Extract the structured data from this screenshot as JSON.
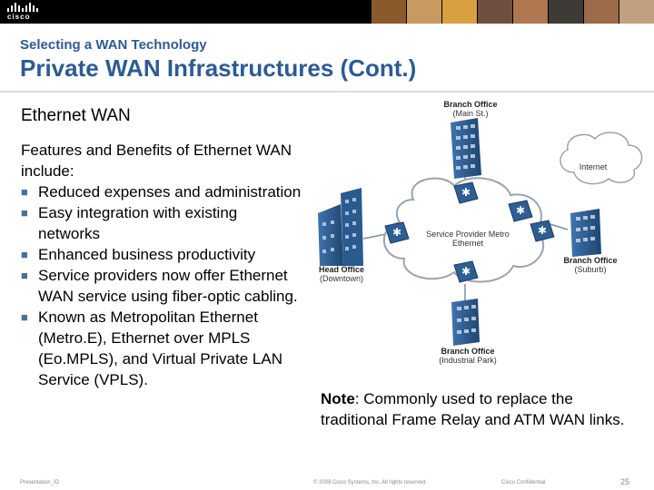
{
  "header": {
    "logo_text": "cisco",
    "subtitle": "Selecting a WAN Technology",
    "title": "Private WAN Infrastructures (Cont.)"
  },
  "content": {
    "heading": "Ethernet WAN",
    "intro": "Features and Benefits of Ethernet WAN include:",
    "bullets": [
      "Reduced expenses and administration",
      "Easy integration with existing networks",
      "Enhanced business productivity",
      "Service providers now offer Ethernet WAN service using fiber-optic cabling.",
      "Known as Metropolitan Ethernet (Metro.E), Ethernet over MPLS (Eo.MPLS), and Virtual Private LAN Service (VPLS)."
    ]
  },
  "diagram": {
    "branch_main_title": "Branch Office",
    "branch_main_sub": "(Main St.)",
    "internet": "Internet",
    "cloud_line1": "Service Provider Metro",
    "cloud_line2": "Ethernet",
    "head_title": "Head Office",
    "head_sub": "(Downtown)",
    "branch_suburb_title": "Branch Office",
    "branch_suburb_sub": "(Suburb)",
    "branch_park_title": "Branch Office",
    "branch_park_sub": "(Industrial Park)",
    "colors": {
      "building": "#2e5f94",
      "cloud_stroke": "#9aa3ad",
      "switch": "#2e5f94"
    }
  },
  "note": {
    "label": "Note",
    "text": ": Commonly used to replace the traditional Frame Relay and ATM WAN links."
  },
  "footer": {
    "presentation_id": "Presentation_ID",
    "copyright": "© 2008 Cisco Systems, Inc. All rights reserved.",
    "confidential": "Cisco Confidential",
    "page": "25"
  }
}
